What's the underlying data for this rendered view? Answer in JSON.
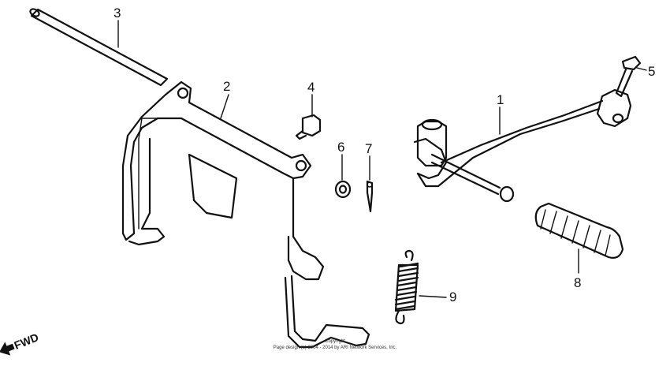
{
  "callouts": [
    {
      "number": "1"
    },
    {
      "number": "2"
    },
    {
      "number": "3"
    },
    {
      "number": "4"
    },
    {
      "number": "5"
    },
    {
      "number": "6"
    },
    {
      "number": "7"
    },
    {
      "number": "8"
    },
    {
      "number": "9"
    }
  ],
  "direction_indicator": {
    "text": "FWD"
  },
  "copyright": {
    "line1": "Copyright",
    "line2": "Page design (c) 2004 - 2014 by ARI Network Services, Inc."
  }
}
